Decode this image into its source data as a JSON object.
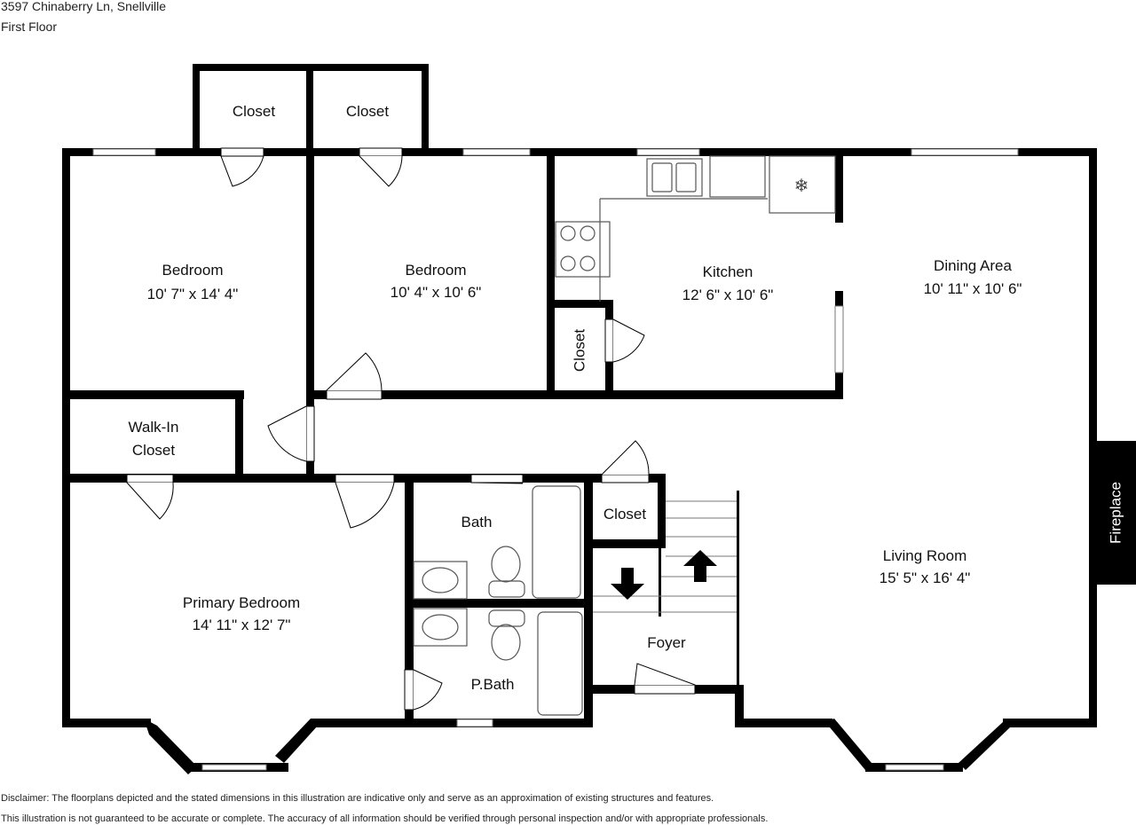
{
  "header": {
    "address": "3597 Chinaberry Ln, Snellville",
    "floor": "First Floor"
  },
  "rooms": {
    "bedroom_1": {
      "name": "Bedroom",
      "dims": "10' 7\" x 14' 4\""
    },
    "bedroom_2": {
      "name": "Bedroom",
      "dims": "10' 4\" x 10' 6\""
    },
    "kitchen": {
      "name": "Kitchen",
      "dims": "12' 6\" x 10' 6\""
    },
    "dining": {
      "name": "Dining Area",
      "dims": "10' 11\" x 10' 6\""
    },
    "living": {
      "name": "Living Room",
      "dims": "15' 5\" x 16' 4\""
    },
    "primary_bedroom": {
      "name": "Primary Bedroom",
      "dims": "14' 11\" x 12' 7\""
    },
    "walkin_closet": {
      "line1": "Walk-In",
      "line2": "Closet"
    },
    "closet_top_left": "Closet",
    "closet_top_right": "Closet",
    "closet_kitchen": "Closet",
    "closet_foyer": "Closet",
    "bath": "Bath",
    "pbath": "P.Bath",
    "foyer": "Foyer",
    "fireplace": "Fireplace"
  },
  "disclaimer": {
    "line1": "Disclaimer: The floorplans depicted and the stated dimensions in this illustration are indicative only and serve as an approximation of existing structures and features.",
    "line2": "This illustration is not guaranteed to be accurate or complete. The accuracy of all information should be verified through personal inspection and/or with appropriate professionals."
  },
  "colors": {
    "wall": "#000000",
    "background": "#ffffff",
    "fixture": "#555555"
  }
}
